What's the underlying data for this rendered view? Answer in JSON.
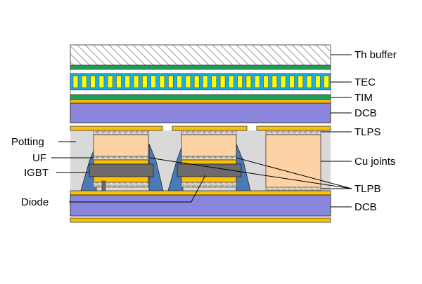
{
  "labels": {
    "th_buffer": "Th buffer",
    "tec": "TEC",
    "tim": "TIM",
    "dcb_top": "DCB",
    "tlps": "TLPS",
    "cu_joints": "Cu joints",
    "tlpb": "TLPB",
    "dcb_bottom": "DCB",
    "potting": "Potting",
    "uf": "UF",
    "igbt": "IGBT",
    "diode": "Diode"
  },
  "colors": {
    "dcb": "#8a86de",
    "copper_yellow": "#ffc000",
    "tim_green": "#1f9e5a",
    "tec_blue": "#19b0e8",
    "tec_yellow": "#ffff00",
    "cu_joint": "#fdd3a6",
    "potting": "#d9d9d9",
    "uf_blue": "#4a7ab8",
    "igbt_gray": "#6b6b6b",
    "solder_pattern": "#c8c3b3"
  }
}
